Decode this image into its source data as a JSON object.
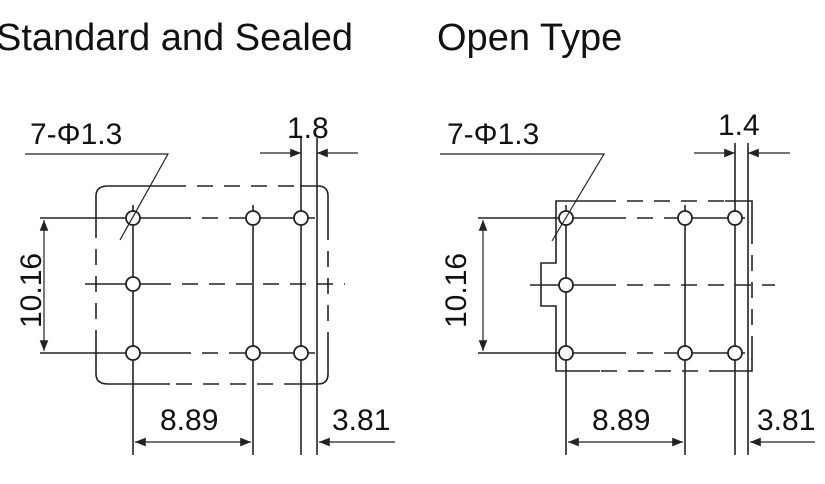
{
  "left": {
    "title": "Standard and Sealed",
    "hole_label": "7-Φ1.3",
    "dim_top": "1.8",
    "dim_vertical": "10.16",
    "dim_bottom_left": "8.89",
    "dim_bottom_right": "3.81"
  },
  "right": {
    "title": "Open Type",
    "hole_label": "7-Φ1.3",
    "dim_top": "1.4",
    "dim_vertical": "10.16",
    "dim_bottom_left": "8.89",
    "dim_bottom_right": "3.81"
  }
}
